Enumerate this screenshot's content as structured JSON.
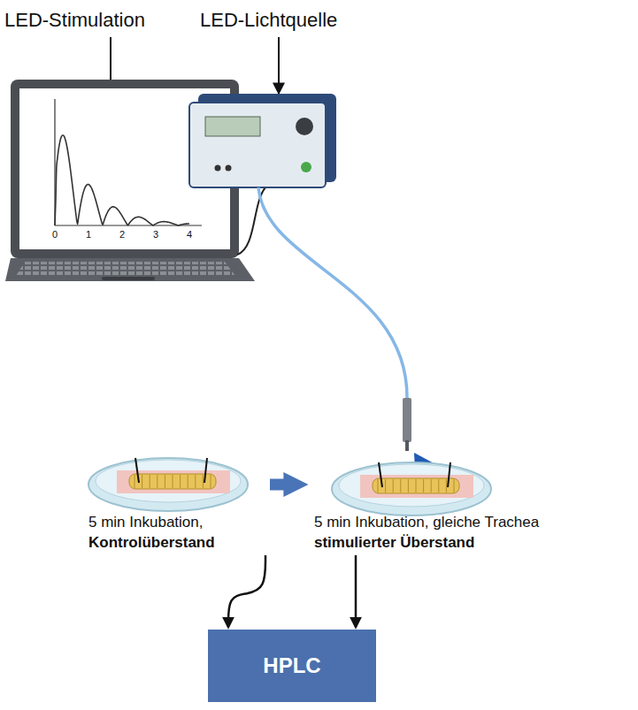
{
  "diagram": {
    "nodes": [
      {
        "text": [
          "5 min Inkubation,",
          "Kontrolüberstand"
        ]
      },
      {
        "text": [
          "5 min Inkubation, gleiche Trachea",
          "stimulierter Überstand"
        ]
      },
      {
        "text": [
          "HPLC"
        ]
      }
    ],
    "edges": [
      {
        "from": 0,
        "to": 1,
        "arrow": "to"
      },
      {
        "from": 0,
        "to": 2,
        "arrow": "to"
      },
      {
        "from": 1,
        "to": 2,
        "arrow": "to"
      }
    ],
    "labels": [
      "LED-Stimulation",
      "LED-Lichtquelle",
      "0",
      "1",
      "2",
      "3",
      "4"
    ]
  }
}
